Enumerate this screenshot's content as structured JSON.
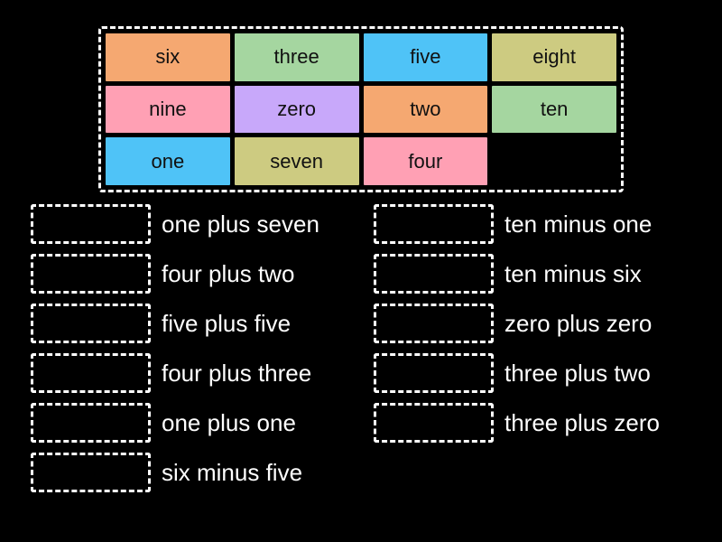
{
  "activity": {
    "type": "match-up-drag-and-drop",
    "background_color": "#000000",
    "text_color": "#ffffff"
  },
  "tile_bank": {
    "columns": 4,
    "rows": 3,
    "tiles": [
      {
        "label": "six",
        "color": "#f5a871"
      },
      {
        "label": "three",
        "color": "#a5d6a0"
      },
      {
        "label": "five",
        "color": "#4fc3f7"
      },
      {
        "label": "eight",
        "color": "#cdcb81"
      },
      {
        "label": "nine",
        "color": "#ffa0b4"
      },
      {
        "label": "zero",
        "color": "#c8a8fa"
      },
      {
        "label": "two",
        "color": "#f5a871"
      },
      {
        "label": "ten",
        "color": "#a5d6a0"
      },
      {
        "label": "one",
        "color": "#4fc3f7"
      },
      {
        "label": "seven",
        "color": "#cdcb81"
      },
      {
        "label": "four",
        "color": "#ffa0b4"
      },
      {
        "label": "",
        "color": ""
      }
    ]
  },
  "answers": {
    "left_column": [
      {
        "prompt": "one plus seven",
        "answer_value": ""
      },
      {
        "prompt": "four plus two",
        "answer_value": ""
      },
      {
        "prompt": "five plus five",
        "answer_value": ""
      },
      {
        "prompt": "four plus three",
        "answer_value": ""
      },
      {
        "prompt": "one plus one",
        "answer_value": ""
      },
      {
        "prompt": "six minus five",
        "answer_value": ""
      }
    ],
    "right_column": [
      {
        "prompt": "ten minus one",
        "answer_value": ""
      },
      {
        "prompt": "ten minus six",
        "answer_value": ""
      },
      {
        "prompt": "zero plus zero",
        "answer_value": ""
      },
      {
        "prompt": "three plus two",
        "answer_value": ""
      },
      {
        "prompt": "three plus zero",
        "answer_value": ""
      }
    ]
  }
}
